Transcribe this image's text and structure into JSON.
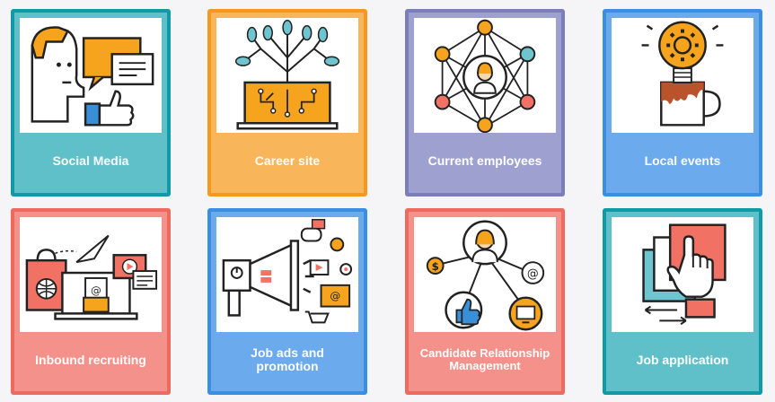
{
  "cards": [
    {
      "label": "Social Media",
      "icon": "social-media-icon",
      "border": "#0f9aa6",
      "fill": "#5fc0c9"
    },
    {
      "label": "Career site",
      "icon": "laptop-tree-icon",
      "border": "#f7981d",
      "fill": "#f8b55a"
    },
    {
      "label": "Current employees",
      "icon": "network-people-icon",
      "border": "#7b7eba",
      "fill": "#9ea1cf"
    },
    {
      "label": "Local events",
      "icon": "lightbulb-mug-icon",
      "border": "#3c8fe0",
      "fill": "#6aaaed"
    },
    {
      "label": "Inbound recruiting",
      "icon": "inbound-media-icon",
      "border": "#ef6a5e",
      "fill": "#f4918a"
    },
    {
      "label": "Job ads and promotion",
      "icon": "megaphone-icon",
      "border": "#3c8fe0",
      "fill": "#6aaaed"
    },
    {
      "label": "Candidate Relationship Management",
      "icon": "crm-network-icon",
      "border": "#ef6a5e",
      "fill": "#f4918a"
    },
    {
      "label": "Job application",
      "icon": "touch-document-icon",
      "border": "#0f9aa6",
      "fill": "#5fc0c9"
    }
  ]
}
